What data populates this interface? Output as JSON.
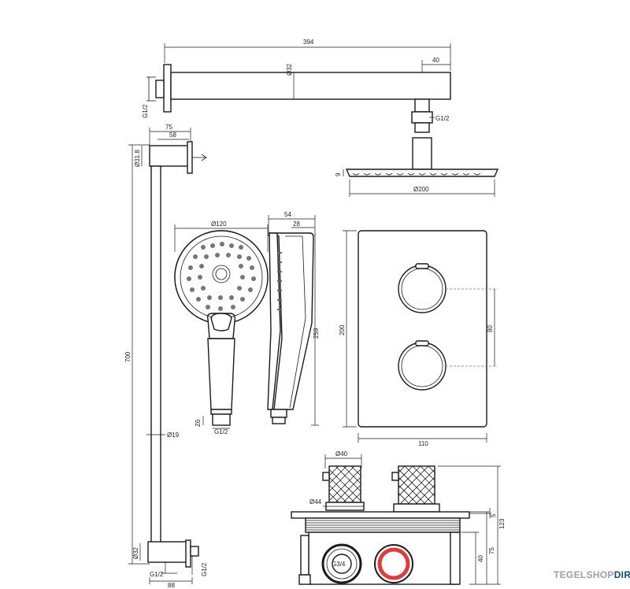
{
  "labels": {
    "arm_length": "394",
    "arm_diameter": "Ø32",
    "arm_tip": "40",
    "arm_wall_thread": "G1/2",
    "arm_head_thread": "G1/2",
    "rain_height": "9",
    "rain_diameter": "Ø200",
    "bracket_outer": "75",
    "bracket_inner": "58",
    "bracket_diameter": "Ø31.8",
    "rail_length": "700",
    "rail_diameter": "Ø19",
    "bottom_diameter": "Ø32",
    "bottom_thread_left": "G1/2",
    "bottom_thread_right": "G1/2",
    "bottom_width": "88",
    "hand_diameter": "Ø120",
    "hand_depth": "54",
    "hand_depth_inner": "28",
    "hand_length": "259",
    "hand_neck": "Z6",
    "hand_thread": "G1/2",
    "plate_height": "200",
    "plate_width": "110",
    "knob_spacing": "80",
    "knob_top_diameter": "Ø40",
    "knob_base_diameter": "Ø44",
    "box_total_height": "123",
    "box_depth": "75",
    "box_inner": "40",
    "box_plate": "5",
    "box_thread": "G3/4"
  },
  "logo": {
    "part_a": "TEGELSHOP",
    "part_b": "DIRECT",
    "color_a": "#9aa0a6",
    "color_b": "#0f4c81"
  },
  "colors": {
    "cold_ring": "#1a1a1a",
    "hot_ring": "#e53935"
  }
}
